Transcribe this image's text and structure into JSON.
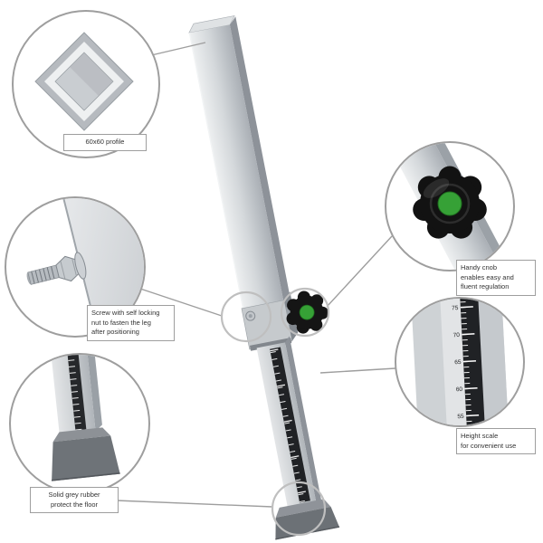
{
  "callouts": {
    "profile": {
      "label": "60x60 profile"
    },
    "screw": {
      "lines": [
        "Screw with self locking",
        "nut to fasten the leg",
        "after positioning"
      ]
    },
    "rubber": {
      "lines": [
        "Solid grey rubber",
        "protect the floor"
      ]
    },
    "knob": {
      "lines": [
        "Handy cnob",
        "enables easy and",
        "fluent regulation"
      ]
    },
    "scale": {
      "lines": [
        "Height scale",
        "for convenient use"
      ]
    }
  },
  "ruler": {
    "ticks": [
      "75",
      "70",
      "65",
      "60",
      "55"
    ]
  },
  "colors": {
    "circle_stroke": "#9e9e9e",
    "connector_line": "#9e9e9e",
    "knob_black": "#151515",
    "knob_green": "#36a136",
    "tube_light": "#eceeef",
    "tube_dark": "#8d9299",
    "rubber_grey": "#6c7176",
    "scale_strip": "#202225"
  }
}
